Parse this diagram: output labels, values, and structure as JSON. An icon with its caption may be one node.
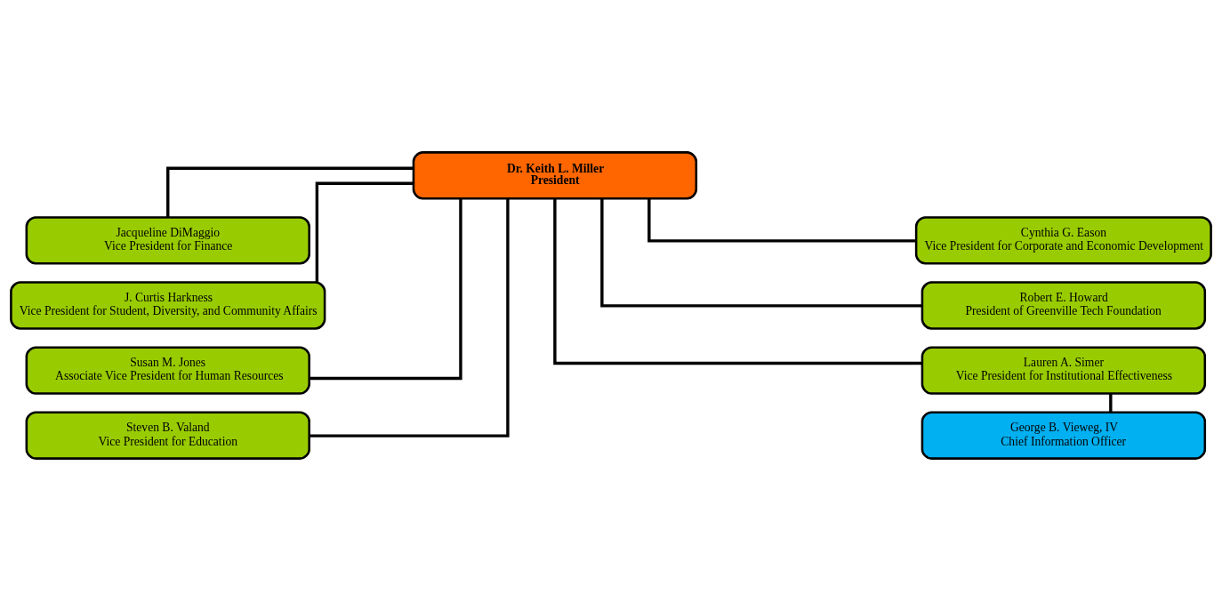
{
  "diagram": {
    "nodes": [
      {
        "text": [
          "Dr. Keith L. Miller",
          "President"
        ]
      },
      {
        "text": [
          "Jacqueline DiMaggio",
          "Vice President for Finance"
        ]
      },
      {
        "text": [
          "Cynthia G. Eason",
          "Vice President for Corporate and Economic Development"
        ]
      },
      {
        "text": [
          "J. Curtis Harkness",
          "Vice President for Student, Diversity, and Community Affairs"
        ]
      },
      {
        "text": [
          "Robert E. Howard",
          "President of Greenville Tech Foundation"
        ]
      },
      {
        "text": [
          "Susan M. Jones",
          "Associate Vice President for Human Resources"
        ]
      },
      {
        "text": [
          "Lauren A. Simer",
          "Vice President for Institutional Effectiveness"
        ]
      },
      {
        "text": [
          "Steven B. Valand",
          "Vice President for Education"
        ]
      },
      {
        "text": [
          "George B. Vieweg, IV",
          "Chief Information Officer"
        ]
      }
    ],
    "edges": [
      {
        "from": 0,
        "to": 1,
        "arrow": "none"
      },
      {
        "from": 0,
        "to": 2,
        "arrow": "none"
      },
      {
        "from": 0,
        "to": 3,
        "arrow": "none"
      },
      {
        "from": 0,
        "to": 4,
        "arrow": "none"
      },
      {
        "from": 0,
        "to": 5,
        "arrow": "none"
      },
      {
        "from": 0,
        "to": 6,
        "arrow": "none"
      },
      {
        "from": 0,
        "to": 7,
        "arrow": "none"
      },
      {
        "from": 6,
        "to": 8,
        "arrow": "none"
      }
    ]
  }
}
